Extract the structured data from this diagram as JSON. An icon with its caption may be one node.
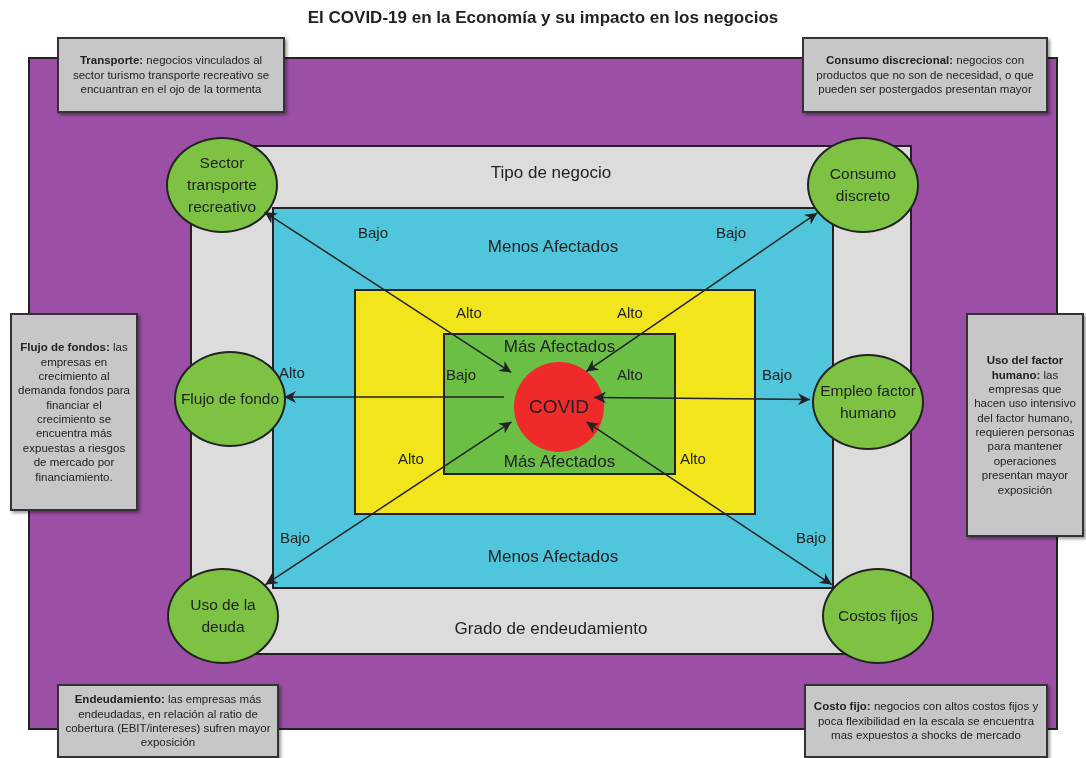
{
  "diagram": {
    "title": "El COVID-19 en la Economía y su impacto en los negocios",
    "nodes": [
      {
        "text": [],
        "shape": "box"
      },
      {
        "text": [
          "Tipo de negocio",
          "Grado de endeudamiento"
        ],
        "in": 0
      },
      {
        "text": [
          "Menos Afectados",
          "Menos Afectados"
        ],
        "in": 1
      },
      {
        "text": [],
        "shape": "box",
        "in": 2
      },
      {
        "text": [
          "Más Afectados",
          "Más Afectados"
        ],
        "in": 3
      },
      {
        "text": [
          "COVID"
        ],
        "in": 4
      },
      {
        "text": [
          "Sector transporte recreativo"
        ],
        "in": 0
      },
      {
        "text": [
          "Consumo discreto"
        ],
        "in": 0
      },
      {
        "text": [
          "Flujo de fondo"
        ],
        "in": 0
      },
      {
        "text": [
          "Empleo factor humano"
        ],
        "in": 0
      },
      {
        "text": [
          "Uso de la deuda"
        ],
        "in": 0
      },
      {
        "text": [
          "Costos fijos"
        ],
        "in": 0
      },
      {
        "text": [
          "**Transporte:** negocios vinculados al sector turismo transporte recreativo se encuantran en el ojo de la tormenta"
        ]
      },
      {
        "text": [
          "**Consumo discrecional:** negocios con productos que no son de necesidad, o que pueden ser postergados presentan mayor"
        ]
      },
      {
        "text": [
          "**Flujo de fondos:** las empresas en crecimiento al demanda fondos para financiar el crecimiento se encuentra más expuestas a riesgos de mercado por financiamiento."
        ]
      },
      {
        "text": [
          "**Uso del factor humano:** las empresas que hacen uso intensivo del factor humano, requieren personas para mantener operaciones presentan mayor exposición"
        ]
      },
      {
        "text": [
          "**Endeudamiento:** las empresas más endeudadas, en relación al ratio de cobertura (EBIT/intereses) sufren mayor exposición"
        ]
      },
      {
        "text": [
          "**Costo fijo:** negocios con altos costos fijos y poca flexibilidad en la escala se encuentra mas expuestos a shocks de mercado"
        ]
      }
    ],
    "edges": [
      {
        "from": 5,
        "to": 6,
        "arrow": "both"
      },
      {
        "from": 5,
        "to": 7,
        "arrow": "both"
      },
      {
        "from": 5,
        "to": 8,
        "arrow": "to"
      },
      {
        "from": 5,
        "to": 9,
        "arrow": "both"
      },
      {
        "from": 5,
        "to": 10,
        "arrow": "both"
      },
      {
        "from": 5,
        "to": 11,
        "arrow": "both"
      }
    ],
    "labels": [
      "Bajo",
      "Bajo",
      "Alto",
      "Alto",
      "Alto",
      "Bajo",
      "Alto",
      "Bajo",
      "Alto",
      "Alto",
      "Bajo",
      "Bajo"
    ]
  }
}
